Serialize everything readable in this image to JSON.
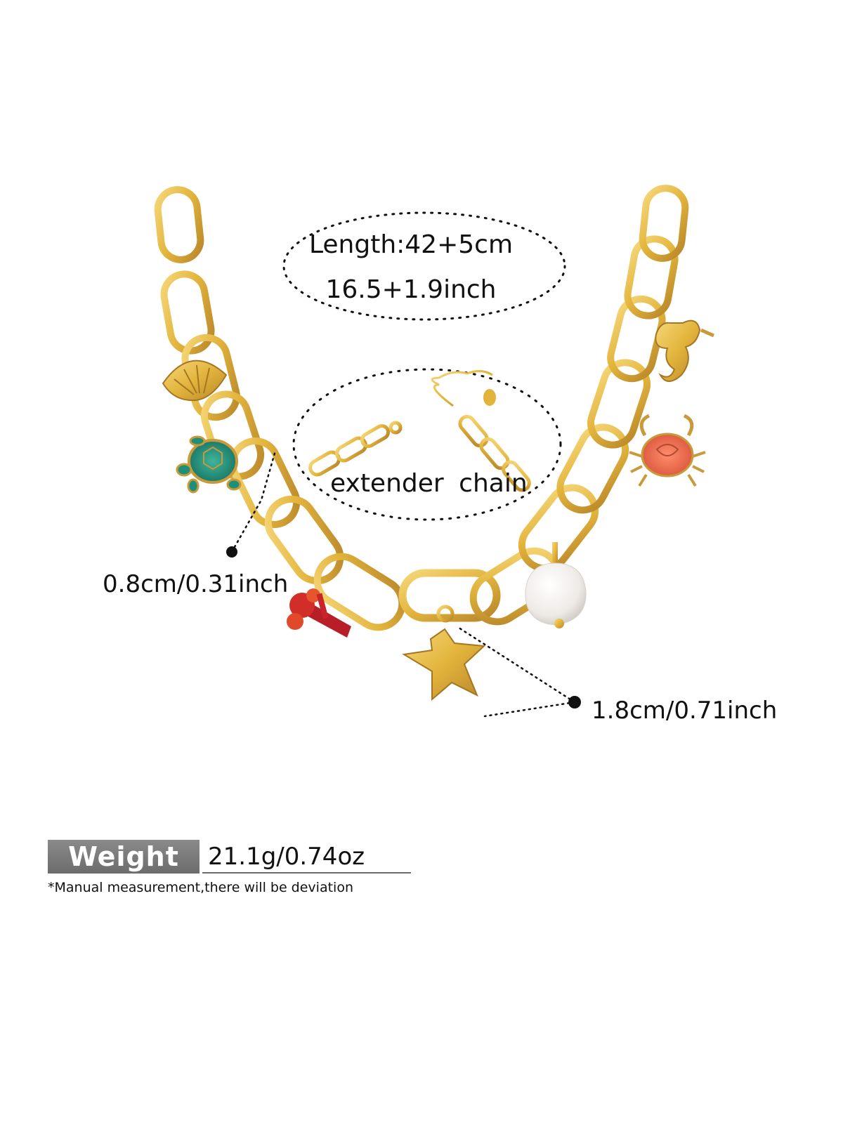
{
  "dimensions": {
    "length_cm": "Length:42+5cm",
    "length_inch": "16.5+1.9inch",
    "extender_label": "extender  chain",
    "pendant_size": "0.8cm/0.31inch",
    "charm_size": "1.8cm/0.71inch"
  },
  "weight": {
    "title": "Weight",
    "value": "21.1g/0.74oz",
    "disclaimer": "*Manual measurement,there will be deviation"
  },
  "colors": {
    "gold": "#e2b43c",
    "gold_dark": "#b8862a",
    "turtle_green": "#1f8f7a",
    "coral_red": "#c8242a",
    "crab_coral": "#ef6a4a",
    "pearl": "#f2f0ee",
    "weight_bar": "#767676"
  }
}
